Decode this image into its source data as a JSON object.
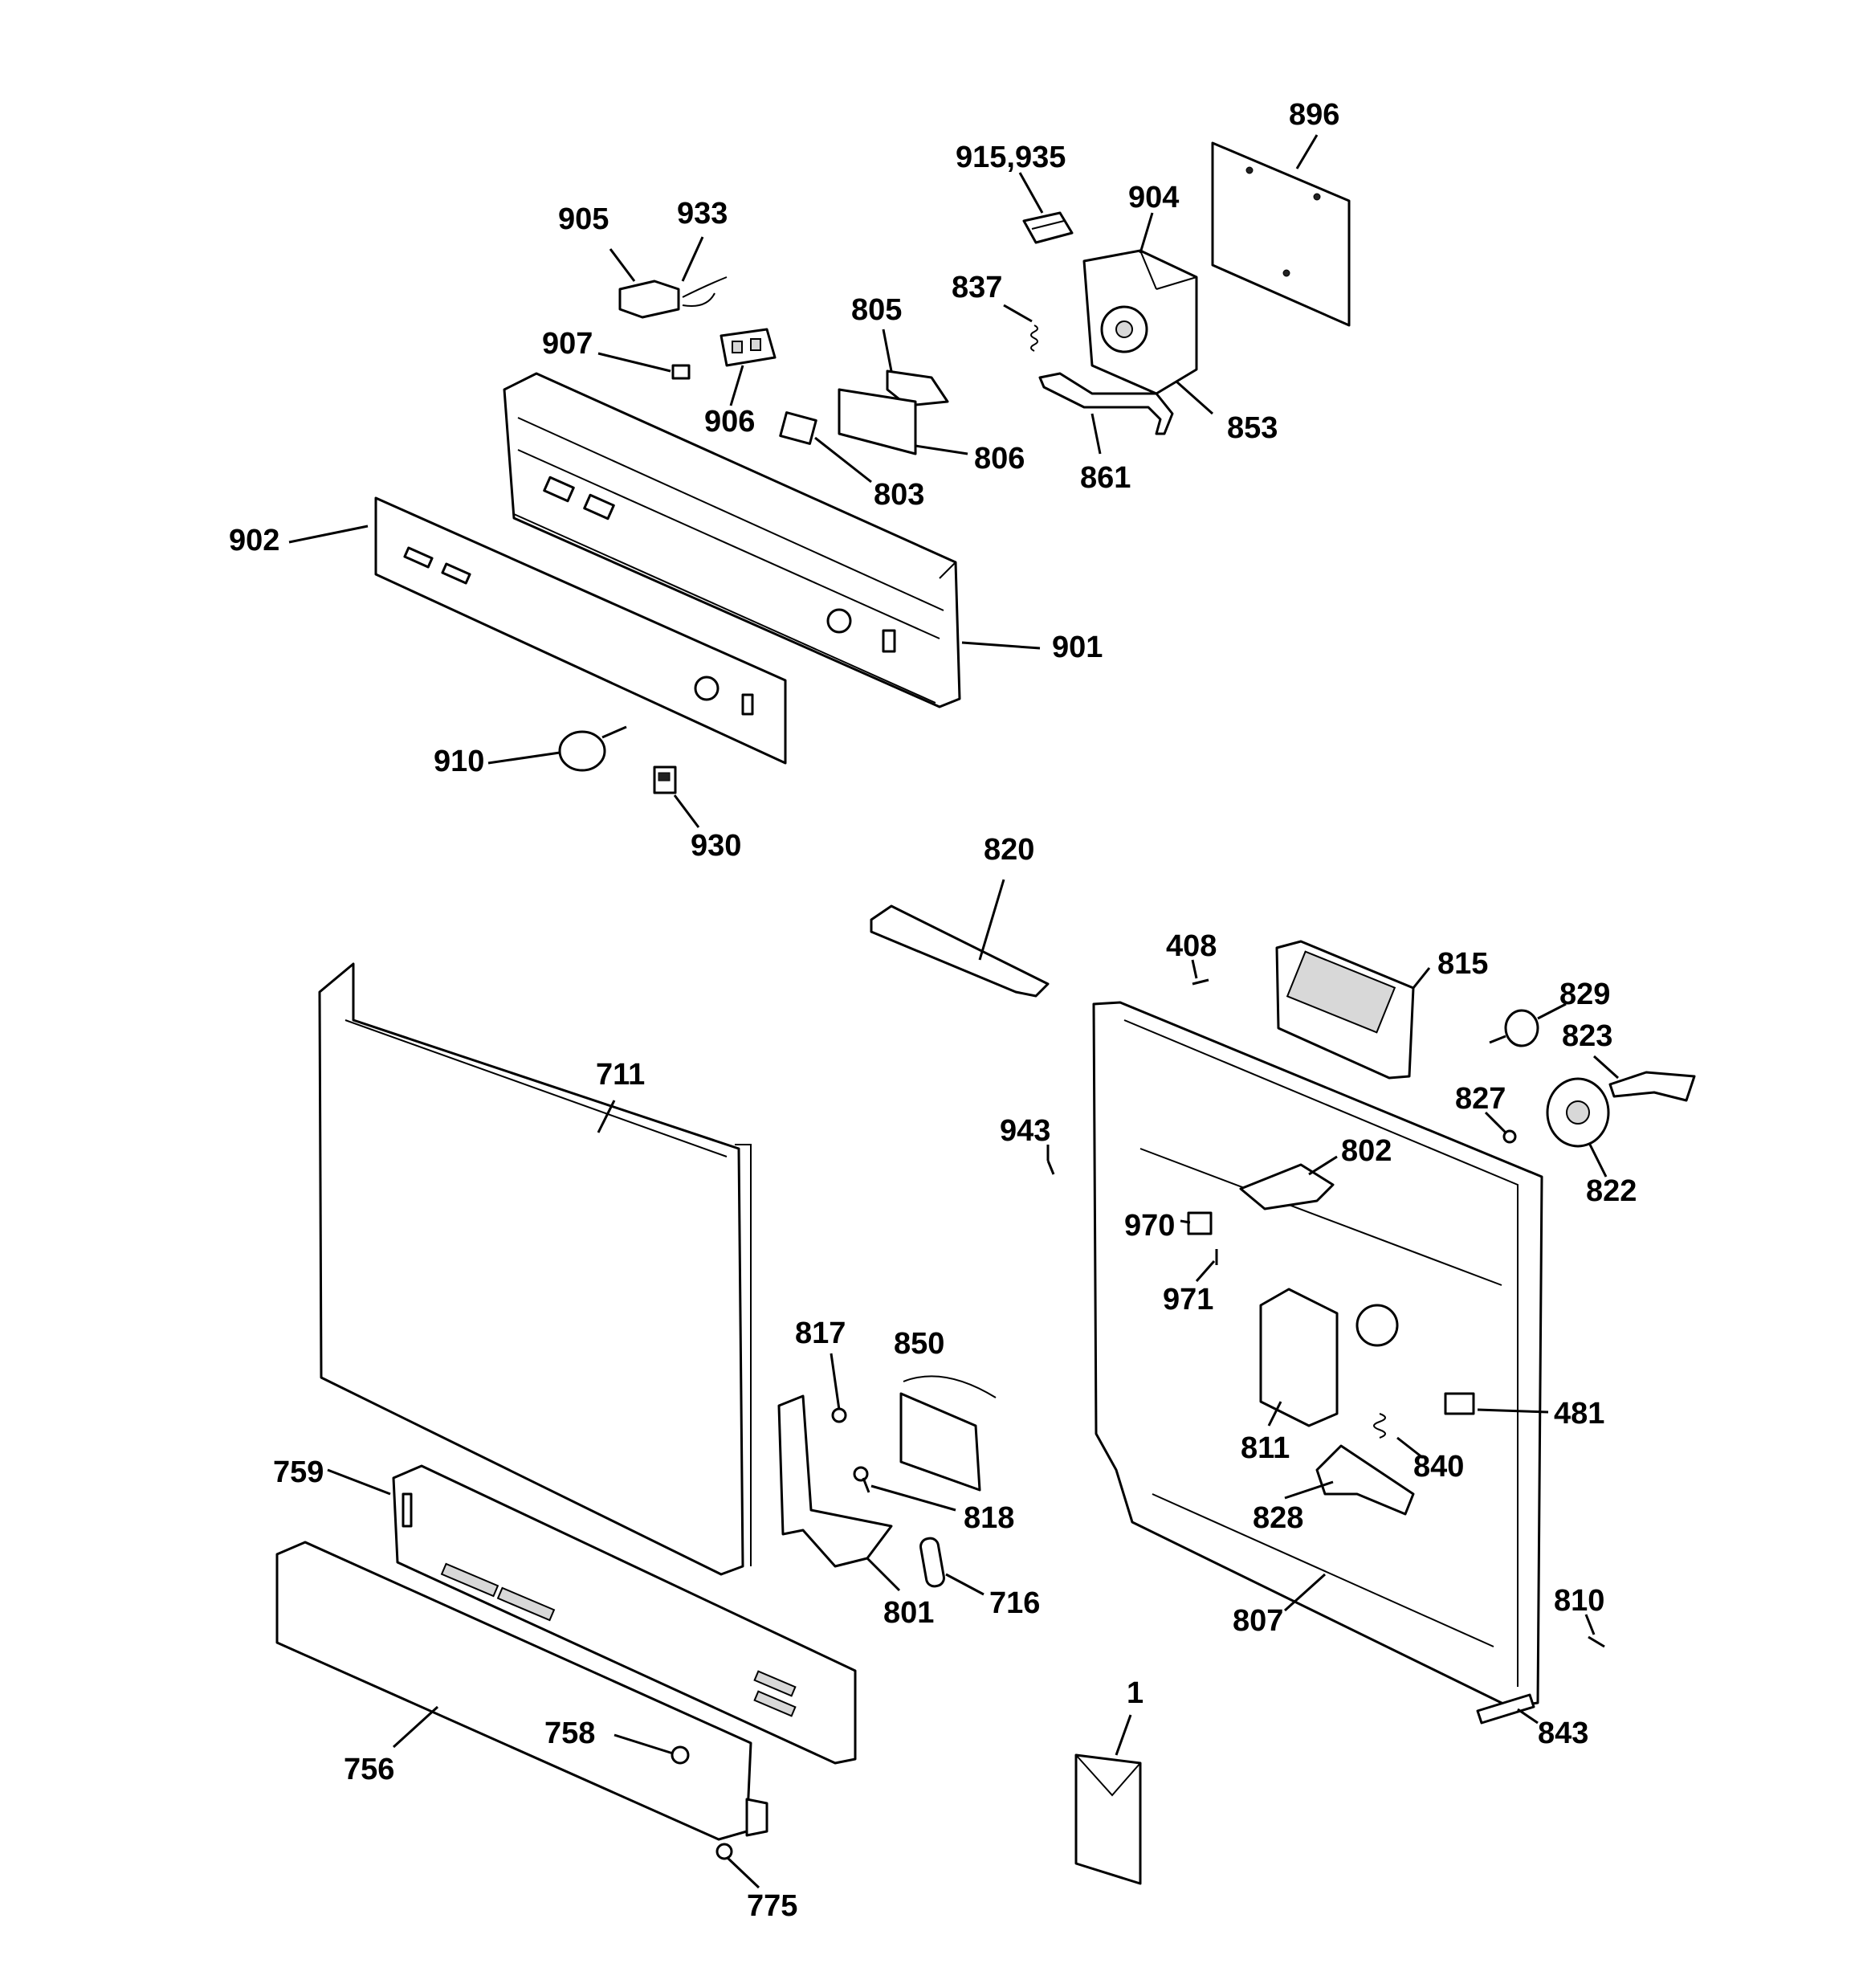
{
  "labels": {
    "p896": "896",
    "p915": "915,935",
    "p904": "904",
    "p905": "905",
    "p933": "933",
    "p837": "837",
    "p805": "805",
    "p907": "907",
    "p906": "906",
    "p853": "853",
    "p806": "806",
    "p861": "861",
    "p803": "803",
    "p902": "902",
    "p901": "901",
    "p910": "910",
    "p930": "930",
    "p820": "820",
    "p408": "408",
    "p815": "815",
    "p829": "829",
    "p823": "823",
    "p711": "711",
    "p827": "827",
    "p943": "943",
    "p802": "802",
    "p822": "822",
    "p970": "970",
    "p971": "971",
    "p817": "817",
    "p850": "850",
    "p481": "481",
    "p811": "811",
    "p840": "840",
    "p759": "759",
    "p818": "818",
    "p828": "828",
    "p716": "716",
    "p801": "801",
    "p810": "810",
    "p807": "807",
    "p1": "1",
    "p758": "758",
    "p843": "843",
    "p756": "756",
    "p775": "775"
  }
}
